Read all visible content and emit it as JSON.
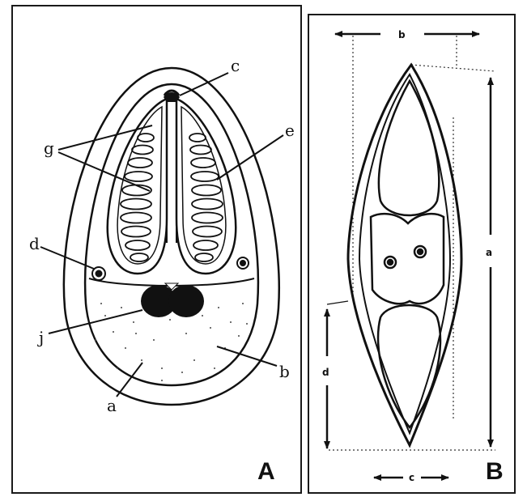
{
  "panel_a": {
    "labels": {
      "c": "c",
      "g": "g",
      "e": "e",
      "d": "d",
      "j": "j",
      "b": "b",
      "a": "a"
    },
    "panel_letter": "A"
  },
  "panel_b": {
    "labels": {
      "b": "b",
      "a": "a",
      "d": "d",
      "c": "c"
    },
    "panel_letter": "B"
  },
  "colors": {
    "ink": "#111111",
    "background": "#ffffff"
  }
}
